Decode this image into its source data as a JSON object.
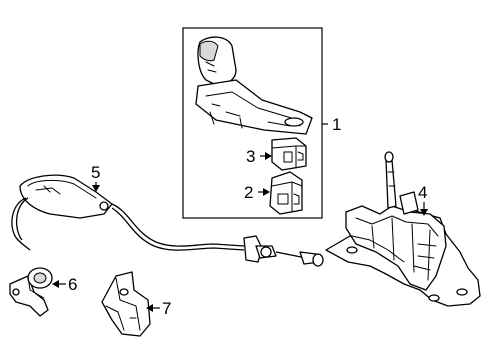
{
  "callouts": [
    {
      "id": "1",
      "label": "1"
    },
    {
      "id": "2",
      "label": "2"
    },
    {
      "id": "3",
      "label": "3"
    },
    {
      "id": "4",
      "label": "4"
    },
    {
      "id": "5",
      "label": "5"
    },
    {
      "id": "6",
      "label": "6"
    },
    {
      "id": "7",
      "label": "7"
    }
  ],
  "parts": [
    {
      "callout": "1",
      "icon": "shift-knob-and-bezel-assembly"
    },
    {
      "callout": "2",
      "icon": "switch-button"
    },
    {
      "callout": "3",
      "icon": "switch-button"
    },
    {
      "callout": "4",
      "icon": "shifter-base-assembly"
    },
    {
      "callout": "5",
      "icon": "shift-cable"
    },
    {
      "callout": "6",
      "icon": "bracket"
    },
    {
      "callout": "7",
      "icon": "bracket"
    }
  ]
}
